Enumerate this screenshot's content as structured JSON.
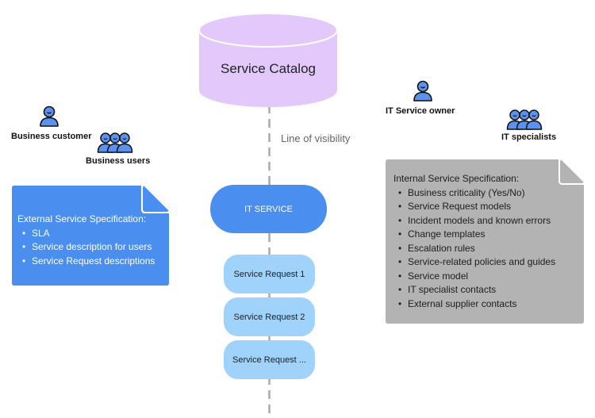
{
  "diagram": {
    "catalog": {
      "label": "Service Catalog",
      "color": "#e3c9fb"
    },
    "line_of_visibility": {
      "label": "Line of visibility"
    },
    "roles": {
      "business_customer": "Business customer",
      "business_users": "Business users",
      "it_service_owner": "IT Service owner",
      "it_specialists": "IT specialists"
    },
    "it_service": {
      "label": "IT SERVICE",
      "color": "#4a8ef0"
    },
    "service_requests": [
      {
        "label": "Service Request 1"
      },
      {
        "label": "Service Request 2"
      },
      {
        "label": "Service Request ..."
      }
    ],
    "external_spec": {
      "title": "External Service Specification:",
      "items": [
        "SLA",
        "Service description for users",
        "Service Request descriptions"
      ],
      "color": "#4a8ef0"
    },
    "internal_spec": {
      "title": "Internal Service Specification:",
      "items": [
        "Business criticality (Yes/No)",
        "Service Request models",
        "Incident models and known errors",
        "Change templates",
        "Escalation rules",
        "Service-related policies and guides",
        "Service model",
        "IT specialist contacts",
        "External supplier contacts"
      ],
      "color": "#b3b3b3"
    },
    "icon_color": "#5b92f0"
  }
}
